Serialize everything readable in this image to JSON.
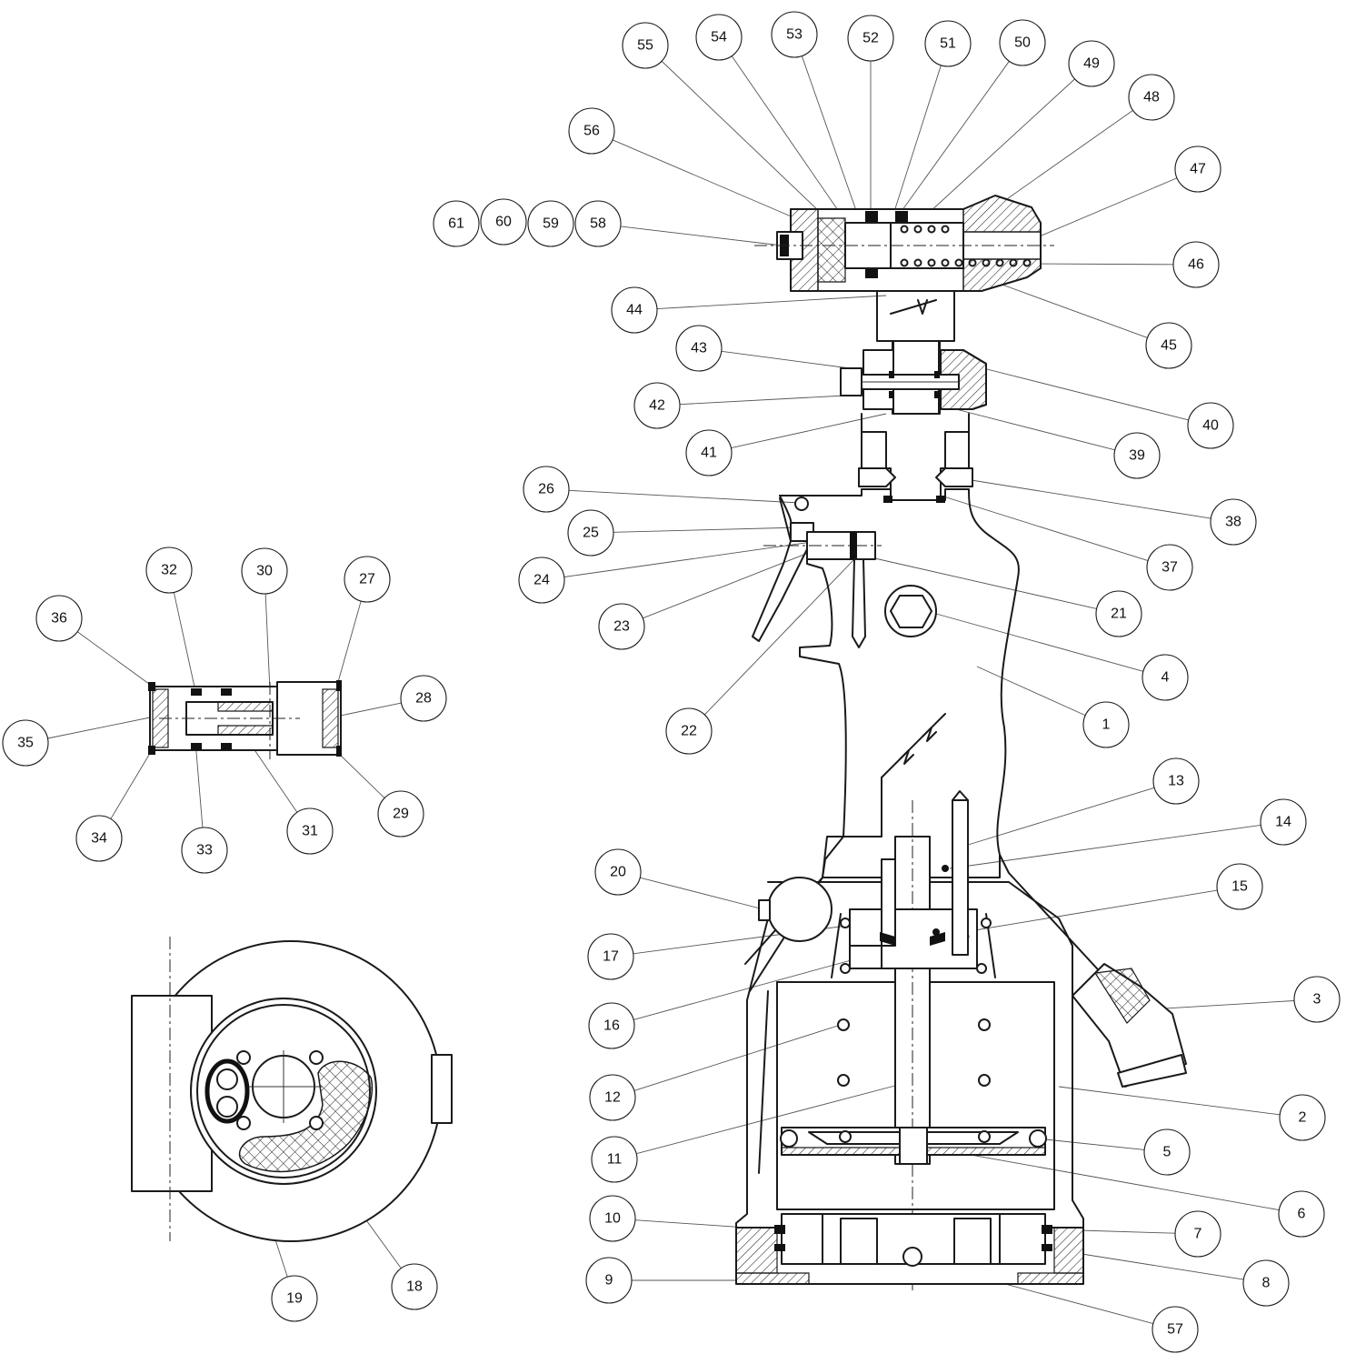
{
  "callouts": [
    {
      "id": "1"
    },
    {
      "id": "2"
    },
    {
      "id": "3"
    },
    {
      "id": "4"
    },
    {
      "id": "5"
    },
    {
      "id": "6"
    },
    {
      "id": "7"
    },
    {
      "id": "8"
    },
    {
      "id": "9"
    },
    {
      "id": "10"
    },
    {
      "id": "11"
    },
    {
      "id": "12"
    },
    {
      "id": "13"
    },
    {
      "id": "14"
    },
    {
      "id": "15"
    },
    {
      "id": "16"
    },
    {
      "id": "17"
    },
    {
      "id": "18"
    },
    {
      "id": "19"
    },
    {
      "id": "20"
    },
    {
      "id": "21"
    },
    {
      "id": "22"
    },
    {
      "id": "23"
    },
    {
      "id": "24"
    },
    {
      "id": "25"
    },
    {
      "id": "26"
    },
    {
      "id": "27"
    },
    {
      "id": "28"
    },
    {
      "id": "29"
    },
    {
      "id": "30"
    },
    {
      "id": "31"
    },
    {
      "id": "32"
    },
    {
      "id": "33"
    },
    {
      "id": "34"
    },
    {
      "id": "35"
    },
    {
      "id": "36"
    },
    {
      "id": "37"
    },
    {
      "id": "38"
    },
    {
      "id": "39"
    },
    {
      "id": "40"
    },
    {
      "id": "41"
    },
    {
      "id": "42"
    },
    {
      "id": "43"
    },
    {
      "id": "44"
    },
    {
      "id": "45"
    },
    {
      "id": "46"
    },
    {
      "id": "47"
    },
    {
      "id": "48"
    },
    {
      "id": "49"
    },
    {
      "id": "50"
    },
    {
      "id": "51"
    },
    {
      "id": "52"
    },
    {
      "id": "53"
    },
    {
      "id": "54"
    },
    {
      "id": "55"
    },
    {
      "id": "56"
    },
    {
      "id": "57"
    },
    {
      "id": "58"
    },
    {
      "id": "59"
    },
    {
      "id": "60"
    },
    {
      "id": "61"
    }
  ]
}
